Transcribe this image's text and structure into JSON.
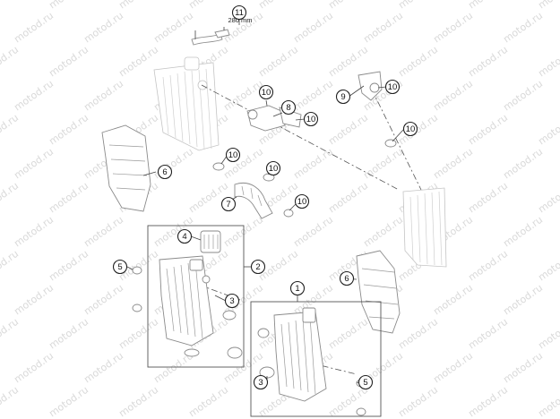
{
  "watermark": "motod.ru",
  "dimension_label": "280 mm",
  "callouts": [
    {
      "id": "c11",
      "label": "11"
    },
    {
      "id": "c10a",
      "label": "10"
    },
    {
      "id": "c8",
      "label": "8"
    },
    {
      "id": "c10b",
      "label": "10"
    },
    {
      "id": "c9",
      "label": "9"
    },
    {
      "id": "c10c",
      "label": "10"
    },
    {
      "id": "c10d",
      "label": "10"
    },
    {
      "id": "c6a",
      "label": "6"
    },
    {
      "id": "c10e",
      "label": "10"
    },
    {
      "id": "c10f",
      "label": "10"
    },
    {
      "id": "c7",
      "label": "7"
    },
    {
      "id": "c10g",
      "label": "10"
    },
    {
      "id": "c4",
      "label": "4"
    },
    {
      "id": "c5a",
      "label": "5"
    },
    {
      "id": "c2",
      "label": "2"
    },
    {
      "id": "c6b",
      "label": "6"
    },
    {
      "id": "c1",
      "label": "1"
    },
    {
      "id": "c3a",
      "label": "3"
    },
    {
      "id": "c3b",
      "label": "3"
    },
    {
      "id": "c5b",
      "label": "5"
    }
  ]
}
